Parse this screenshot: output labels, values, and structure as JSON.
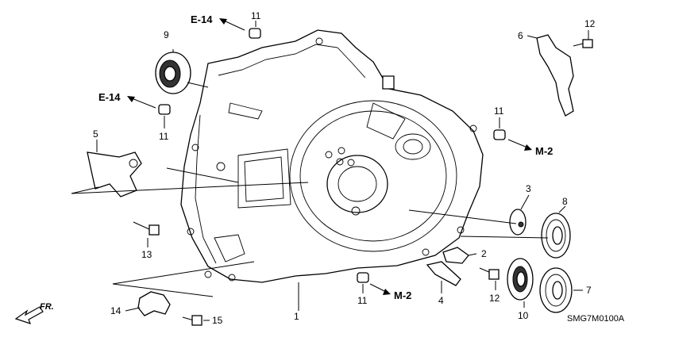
{
  "diagram": {
    "part_labels": [
      {
        "id": "p1",
        "text": "1"
      },
      {
        "id": "p2",
        "text": "2"
      },
      {
        "id": "p3",
        "text": "3"
      },
      {
        "id": "p4",
        "text": "4"
      },
      {
        "id": "p5",
        "text": "5"
      },
      {
        "id": "p6",
        "text": "6"
      },
      {
        "id": "p7",
        "text": "7"
      },
      {
        "id": "p8",
        "text": "8"
      },
      {
        "id": "p9",
        "text": "9"
      },
      {
        "id": "p10",
        "text": "10"
      },
      {
        "id": "p11a",
        "text": "11"
      },
      {
        "id": "p11b",
        "text": "11"
      },
      {
        "id": "p11c",
        "text": "11"
      },
      {
        "id": "p11d",
        "text": "11"
      },
      {
        "id": "p12a",
        "text": "12"
      },
      {
        "id": "p12b",
        "text": "12"
      },
      {
        "id": "p13",
        "text": "13"
      },
      {
        "id": "p14",
        "text": "14"
      },
      {
        "id": "p15",
        "text": "15"
      }
    ],
    "references": [
      {
        "id": "e14a",
        "text": "E-14"
      },
      {
        "id": "e14b",
        "text": "E-14"
      },
      {
        "id": "m2a",
        "text": "M-2"
      },
      {
        "id": "m2b",
        "text": "M-2"
      }
    ],
    "front_label": "FR.",
    "diagram_code": "SMG7M0100A"
  }
}
